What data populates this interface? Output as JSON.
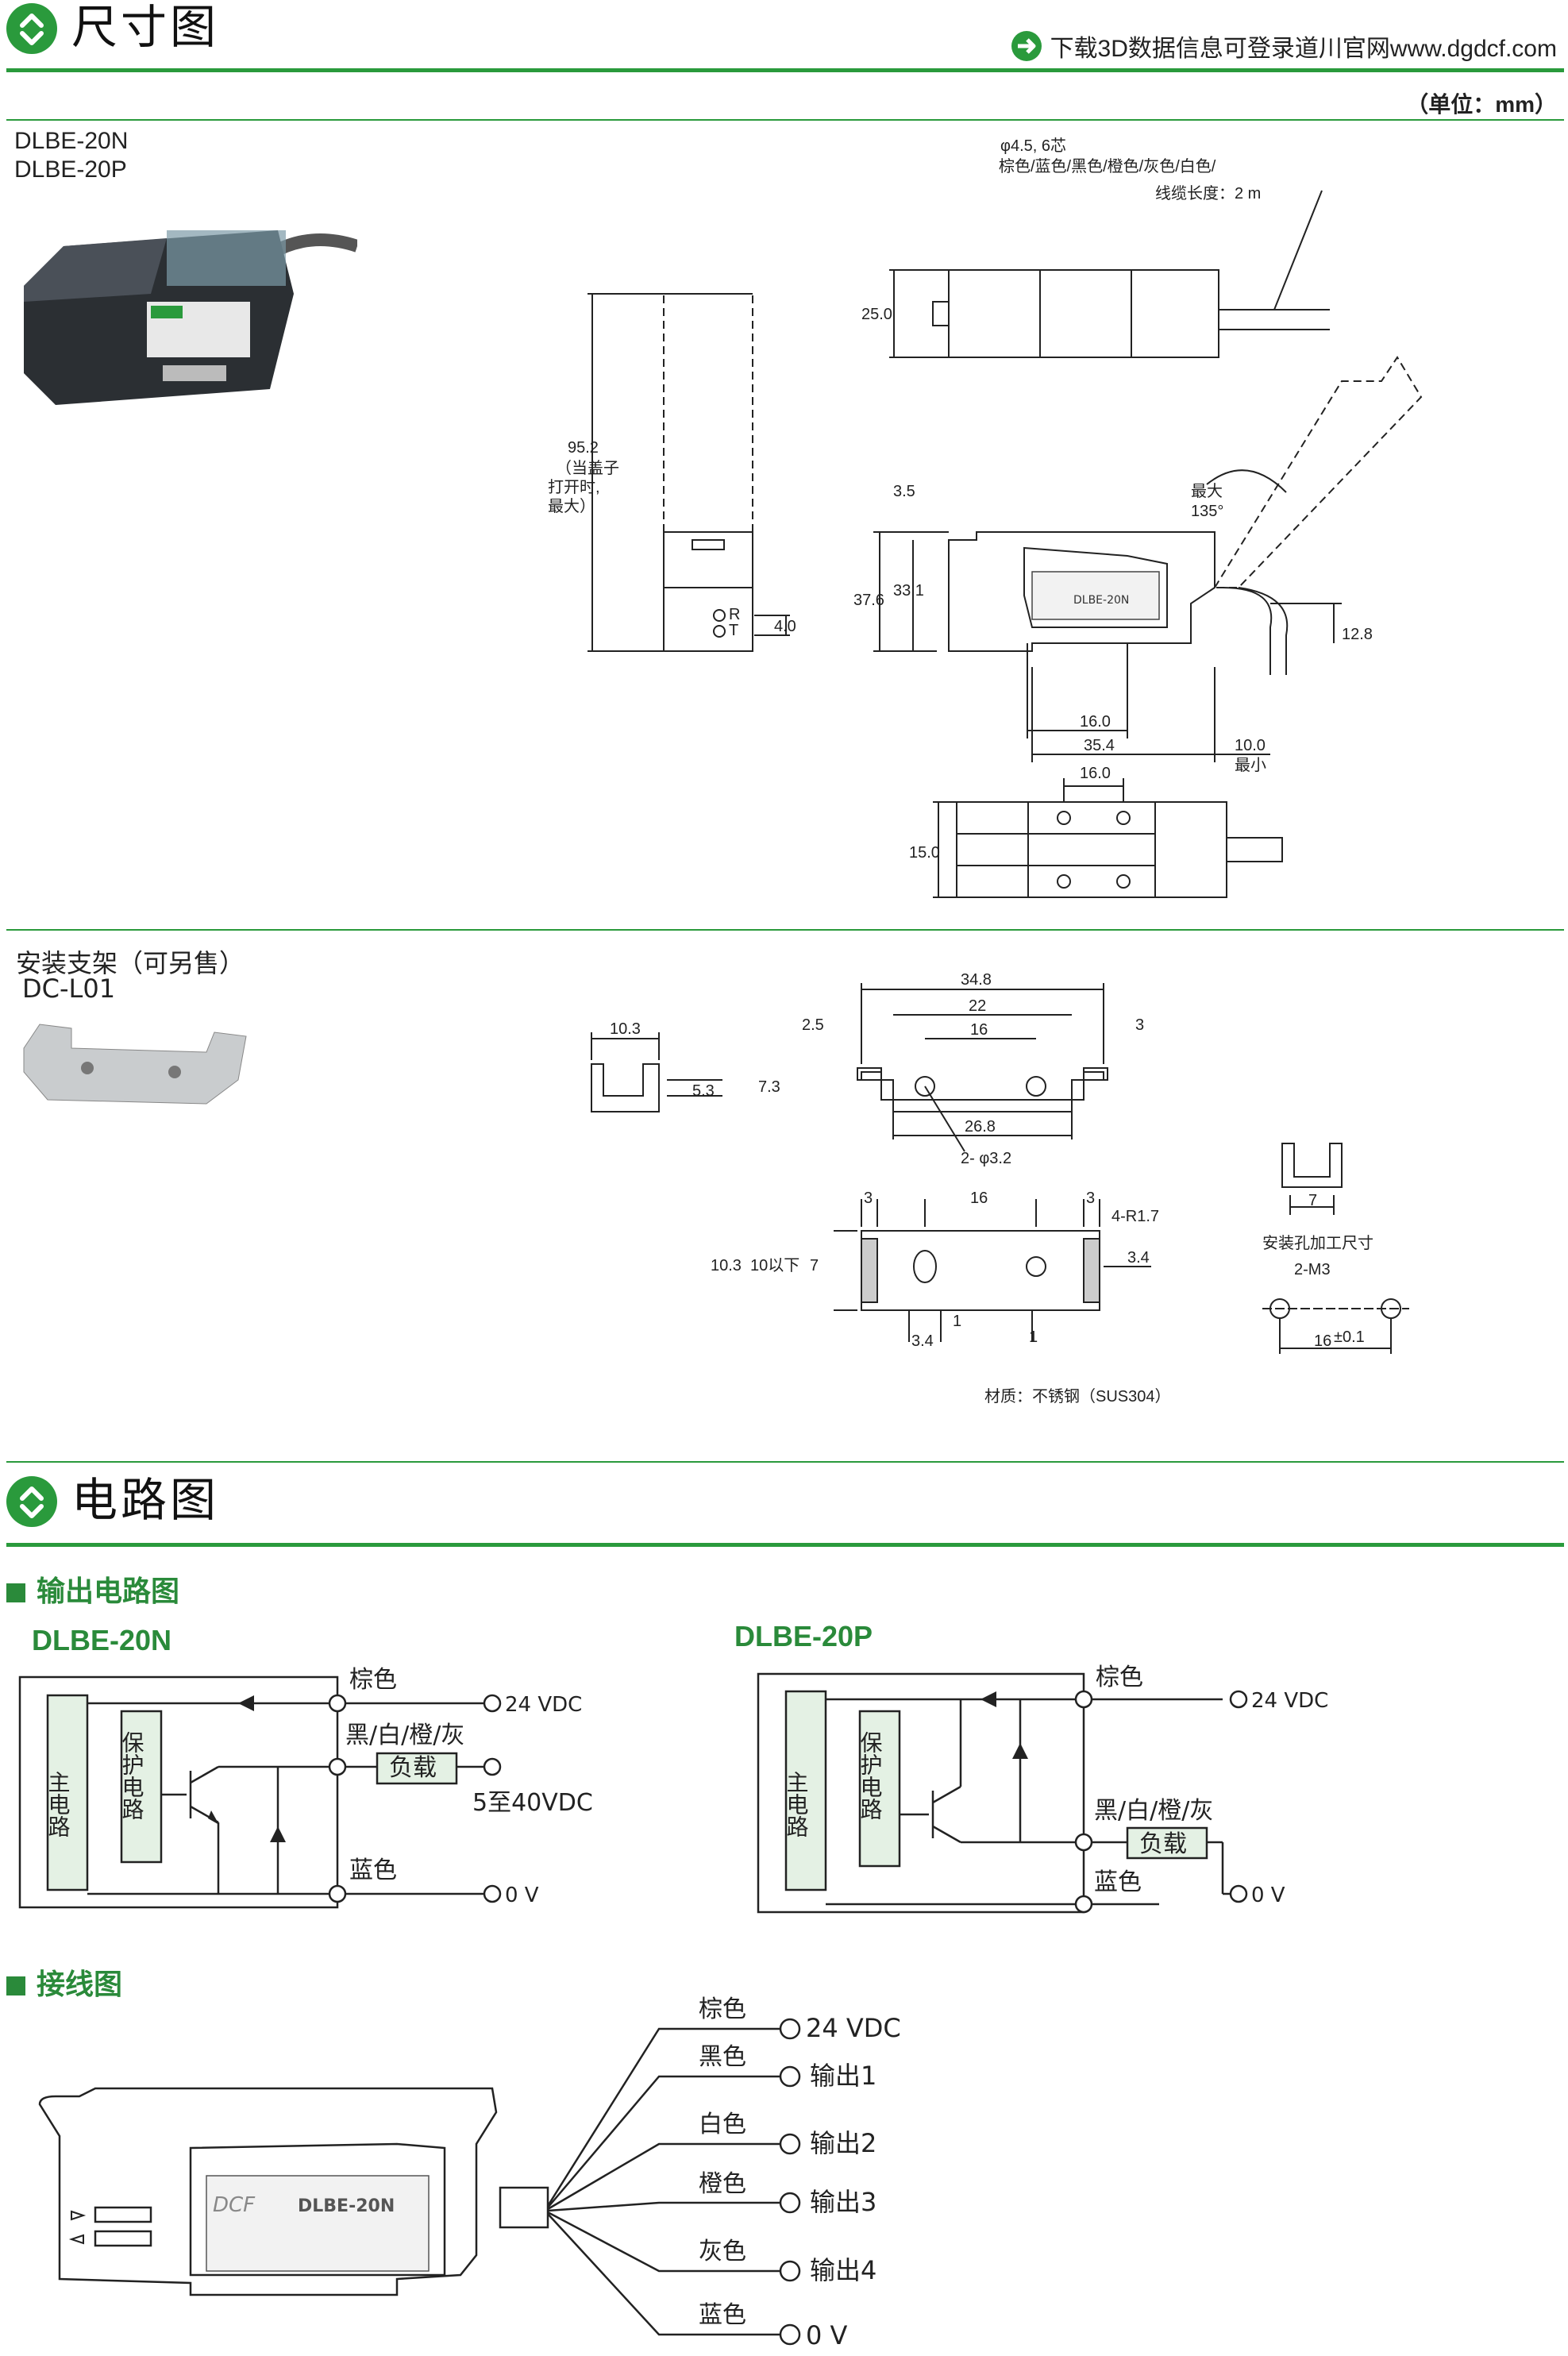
{
  "dimensions": {
    "title": "尺寸图",
    "download_note": "下载3D数据信息可登录道川官网www.dgdcf.com",
    "unit": "（单位：mm）",
    "models": [
      "DLBE-20N",
      "DLBE-20P"
    ],
    "cable_note": [
      "φ4.5, 6芯",
      "棕色/蓝色/黑色/橙色/灰色/白色/",
      "线缆长度：2 m"
    ],
    "side_dims": {
      "height": "95.2",
      "height_note": [
        "（当盖子",
        "打开时,",
        "最大）"
      ],
      "gap": "4.0",
      "r": "R",
      "t": "T"
    },
    "top_dims": {
      "h": "25.0"
    },
    "front_dims": {
      "d1": "3.5",
      "d2": "37.6",
      "d3": "33.1",
      "d4": "12.8",
      "d5": "16.0",
      "d6": "35.4",
      "d7": "10.0",
      "d7_note": "最小",
      "angle": "最大",
      "angle_val": "135°"
    },
    "bottom_dims": {
      "d1": "16.0",
      "d2": "15.0"
    },
    "label_text": "DLBE-20N",
    "brand": "DCF",
    "colors": {
      "accent": "#2a9a3c",
      "body": "#2b2f33",
      "box": "#e4f1e4"
    }
  },
  "bracket": {
    "title": "安装支架（可另售）",
    "model": "DC-L01",
    "dims_side": {
      "a": "10.3",
      "b": "5.3"
    },
    "dims_front": {
      "total": "34.8",
      "inner": "22",
      "hole": "16",
      "left": "2.5",
      "right": "3",
      "h": "7.3",
      "base": "26.8",
      "holes": "2- φ3.2"
    },
    "dims_top": {
      "a": "3",
      "b": "16",
      "c": "3",
      "r": "4-R1.7",
      "h1": "10.3",
      "h2": "10以下",
      "h3": "7",
      "w": "3.4",
      "s1": "1",
      "s2": "1",
      "bot": "3.4"
    },
    "mount": {
      "title": "安装孔加工尺寸",
      "thread": "2-M3",
      "w": "7",
      "pitch": "16",
      "tol": "±0.1"
    },
    "material": "材质：不锈钢（SUS304）"
  },
  "circuit": {
    "title": "电路图",
    "output_title": "输出电路图",
    "npn": {
      "model": "DLBE-20N",
      "main": "主电路",
      "protect": "保护电路",
      "brown": "棕色",
      "out": "黑/白/橙/灰",
      "load": "负载",
      "blue": "蓝色",
      "v1": "24 VDC",
      "v2": "5至40VDC",
      "v3": "0 V"
    },
    "pnp": {
      "model": "DLBE-20P",
      "main": "主电路",
      "protect": "保护电路",
      "brown": "棕色",
      "out": "黑/白/橙/灰",
      "load": "负载",
      "blue": "蓝色",
      "v1": "24 VDC",
      "v3": "0 V"
    },
    "wiring_title": "接线图",
    "wires": [
      {
        "color": "棕色",
        "label": "24 VDC"
      },
      {
        "color": "黑色",
        "label": "输出1"
      },
      {
        "color": "白色",
        "label": "输出2"
      },
      {
        "color": "橙色",
        "label": "输出3"
      },
      {
        "color": "灰色",
        "label": "输出4"
      },
      {
        "color": "蓝色",
        "label": "0 V"
      }
    ],
    "device_label": "DLBE-20N",
    "device_brand": "DCF"
  }
}
